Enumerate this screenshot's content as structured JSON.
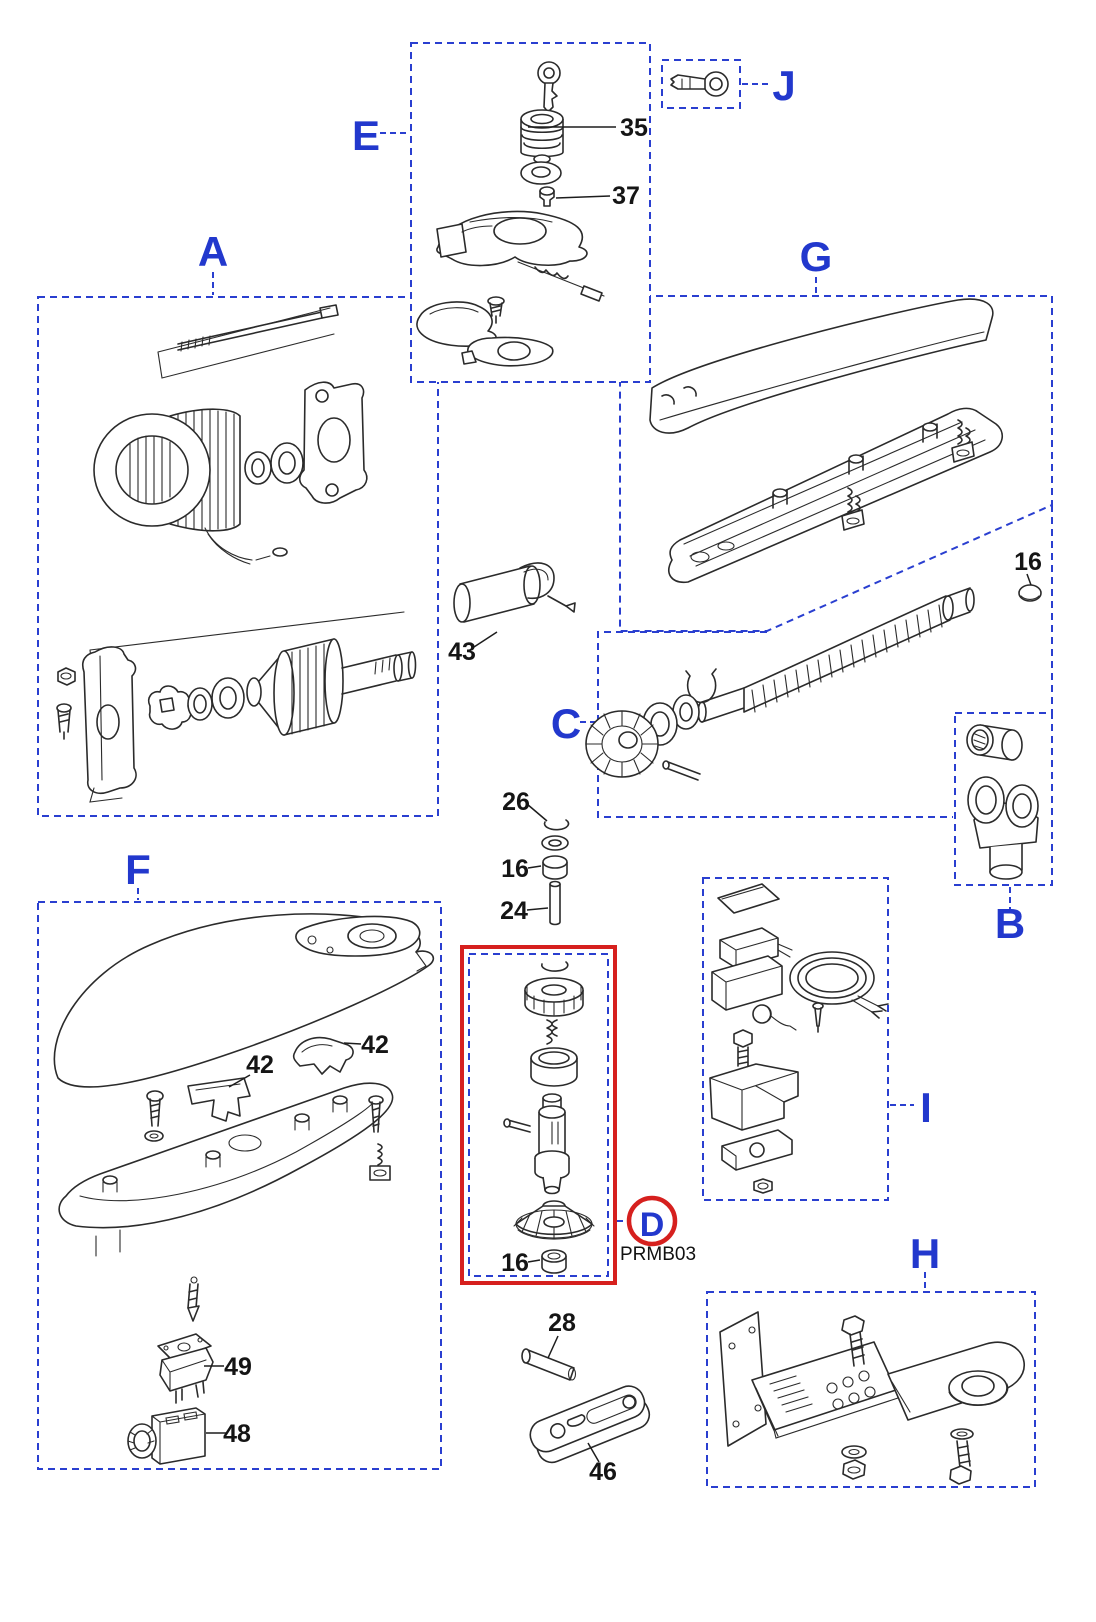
{
  "diagram": {
    "highlight_code": "PRMB03",
    "colors": {
      "accent_blue": "#2238cd",
      "box_blue": "#2a3fd0",
      "highlight_red": "#d6201e",
      "ink": "#2b2b2b"
    },
    "sections": {
      "A": {
        "label": "A"
      },
      "B": {
        "label": "B"
      },
      "C": {
        "label": "C"
      },
      "D": {
        "label": "D"
      },
      "E": {
        "label": "E"
      },
      "F": {
        "label": "F"
      },
      "G": {
        "label": "G"
      },
      "H": {
        "label": "H"
      },
      "I": {
        "label": "I"
      },
      "J": {
        "label": "J"
      }
    },
    "part_numbers": {
      "lock_cylinder": "35",
      "lock_grub_screw": "37",
      "capacitor": "43",
      "snap_ring": "26",
      "bushing_mid": "16",
      "pivot_pin": "24",
      "cap_right": "16",
      "cover_clip_right": "42",
      "cover_clip_left": "42",
      "limit_switch": "49",
      "connector_plug": "48",
      "bushing_output": "16",
      "fork_pin": "28",
      "fork_clevis": "46"
    }
  }
}
